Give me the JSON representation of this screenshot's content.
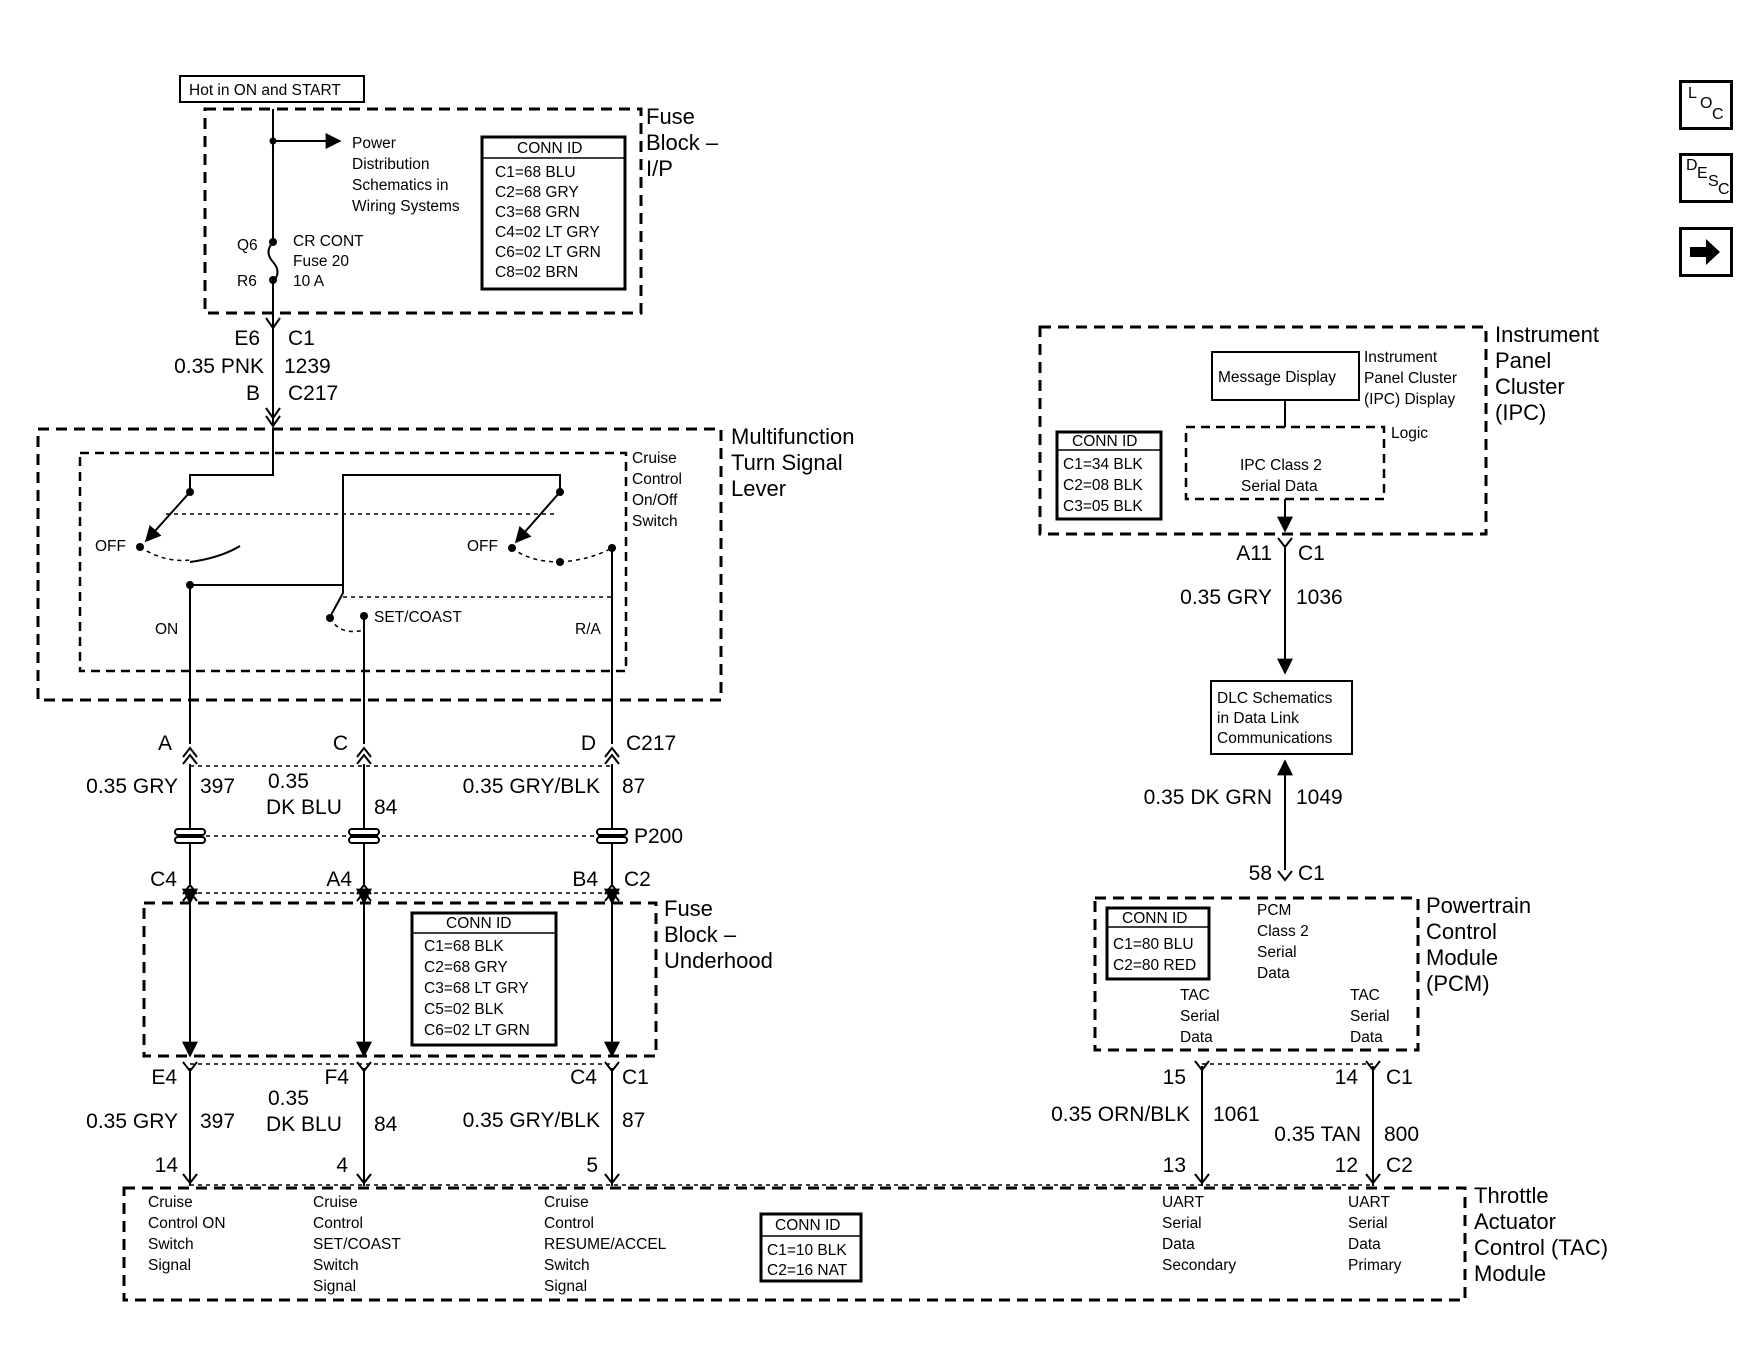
{
  "header": {
    "hot_label": "Hot in ON and START"
  },
  "fuse_block_ip": {
    "title": [
      "Fuse",
      "Block –",
      "I/P"
    ],
    "power_ref": [
      "Power",
      "Distribution",
      "Schematics in",
      "Wiring Systems"
    ],
    "fuse": {
      "pin_in": "Q6",
      "pin_out": "R6",
      "lines": [
        "CR CONT",
        "Fuse 20",
        "10 A"
      ]
    },
    "conn_id": {
      "header": "CONN ID",
      "rows": [
        "C1=68 BLU",
        "C2=68 GRY",
        "C3=68 GRN",
        "C4=02 LT GRY",
        "C6=02 LT GRN",
        "C8=02 BRN"
      ]
    }
  },
  "wire_1239": {
    "pin_left": "E6",
    "conn_right": "C1",
    "gauge_color": "0.35 PNK",
    "circuit": "1239",
    "pin_lower": "B",
    "conn_lower": "C217"
  },
  "multifunction": {
    "title": [
      "Multifunction",
      "Turn Signal",
      "Lever"
    ],
    "switch_label": [
      "Cruise",
      "Control",
      "On/Off",
      "Switch"
    ],
    "off_left": "OFF",
    "off_right": "OFF",
    "on": "ON",
    "set_coast": "SET/COAST",
    "ra": "R/A"
  },
  "c217": {
    "pin_a": "A",
    "pin_c": "C",
    "pin_d": "D",
    "conn": "C217"
  },
  "upper_wires": {
    "w397_gauge": "0.35 GRY",
    "w397_circuit": "397",
    "w84_gauge_top": "0.35",
    "w84_gauge_bottom": "DK BLU",
    "w84_circuit": "84",
    "w87_gauge": "0.35 GRY/BLK",
    "w87_circuit": "87",
    "splice": "P200"
  },
  "c2": {
    "pin_c4": "C4",
    "pin_a4": "A4",
    "pin_b4": "B4",
    "conn": "C2"
  },
  "fuse_block_underhood": {
    "title": [
      "Fuse",
      "Block –",
      "Underhood"
    ],
    "conn_id": {
      "header": "CONN ID",
      "rows": [
        "C1=68 BLK",
        "C2=68 GRY",
        "C3=68 LT GRY",
        "C5=02 BLK",
        "C6=02 LT GRN"
      ]
    }
  },
  "c1_lower": {
    "pin_e4": "E4",
    "pin_f4": "F4",
    "pin_c4": "C4",
    "conn": "C1"
  },
  "lower_wires": {
    "w397_gauge": "0.35 GRY",
    "w397_circuit": "397",
    "w84_gauge_top": "0.35",
    "w84_gauge_bottom": "DK BLU",
    "w84_circuit": "84",
    "w87_gauge": "0.35 GRY/BLK",
    "w87_circuit": "87",
    "tac_pin_14": "14",
    "tac_pin_4": "4",
    "tac_pin_5": "5"
  },
  "tac_module": {
    "title": [
      "Throttle",
      "Actuator",
      "Control (TAC)",
      "Module"
    ],
    "sig_on": [
      "Cruise",
      "Control ON",
      "Switch",
      "Signal"
    ],
    "sig_set": [
      "Cruise",
      "Control",
      "SET/COAST",
      "Switch",
      "Signal"
    ],
    "sig_res": [
      "Cruise",
      "Control",
      "RESUME/ACCEL",
      "Switch",
      "Signal"
    ],
    "uart_secondary": [
      "UART",
      "Serial",
      "Data",
      "Secondary"
    ],
    "uart_primary": [
      "UART",
      "Serial",
      "Data",
      "Primary"
    ],
    "conn_id": {
      "header": "CONN ID",
      "rows": [
        "C1=10 BLK",
        "C2=16 NAT"
      ]
    }
  },
  "ipc": {
    "title": [
      "Instrument",
      "Panel",
      "Cluster",
      "(IPC)"
    ],
    "message_display": "Message Display",
    "display_label": [
      "Instrument",
      "Panel Cluster",
      "(IPC) Display"
    ],
    "logic": "Logic",
    "serial": [
      "IPC Class 2",
      "Serial Data"
    ],
    "conn_id": {
      "header": "CONN ID",
      "rows": [
        "C1=34 BLK",
        "C2=08 BLK",
        "C3=05 BLK"
      ]
    },
    "pin": "A11",
    "conn": "C1"
  },
  "wire_1036": {
    "gauge": "0.35 GRY",
    "circuit": "1036"
  },
  "dlc": [
    "DLC Schematics",
    "in Data Link",
    "Communications"
  ],
  "wire_1049": {
    "gauge": "0.35 DK GRN",
    "circuit": "1049",
    "pin": "58",
    "conn": "C1"
  },
  "pcm": {
    "title": [
      "Powertrain",
      "Control",
      "Module",
      "(PCM)"
    ],
    "class2": [
      "PCM",
      "Class 2",
      "Serial",
      "Data"
    ],
    "tac_left": [
      "TAC",
      "Serial",
      "Data"
    ],
    "tac_right": [
      "TAC",
      "Serial",
      "Data"
    ],
    "conn_id": {
      "header": "CONN ID",
      "rows": [
        "C1=80 BLU",
        "C2=80 RED"
      ]
    }
  },
  "pcm_tac_wires": {
    "pin15": "15",
    "pin14": "14",
    "conn_pcm": "C1",
    "w1061_gauge": "0.35 ORN/BLK",
    "w1061_circuit": "1061",
    "w800_gauge": "0.35 TAN",
    "w800_circuit": "800",
    "pin13": "13",
    "pin12": "12",
    "conn_tac": "C2"
  },
  "nav": {
    "loc": {
      "l": "L",
      "o": "O",
      "c": "C"
    },
    "desc": {
      "d": "D",
      "e": "E",
      "s": "S",
      "c": "C"
    },
    "next_icon": "arrow-right-icon"
  }
}
